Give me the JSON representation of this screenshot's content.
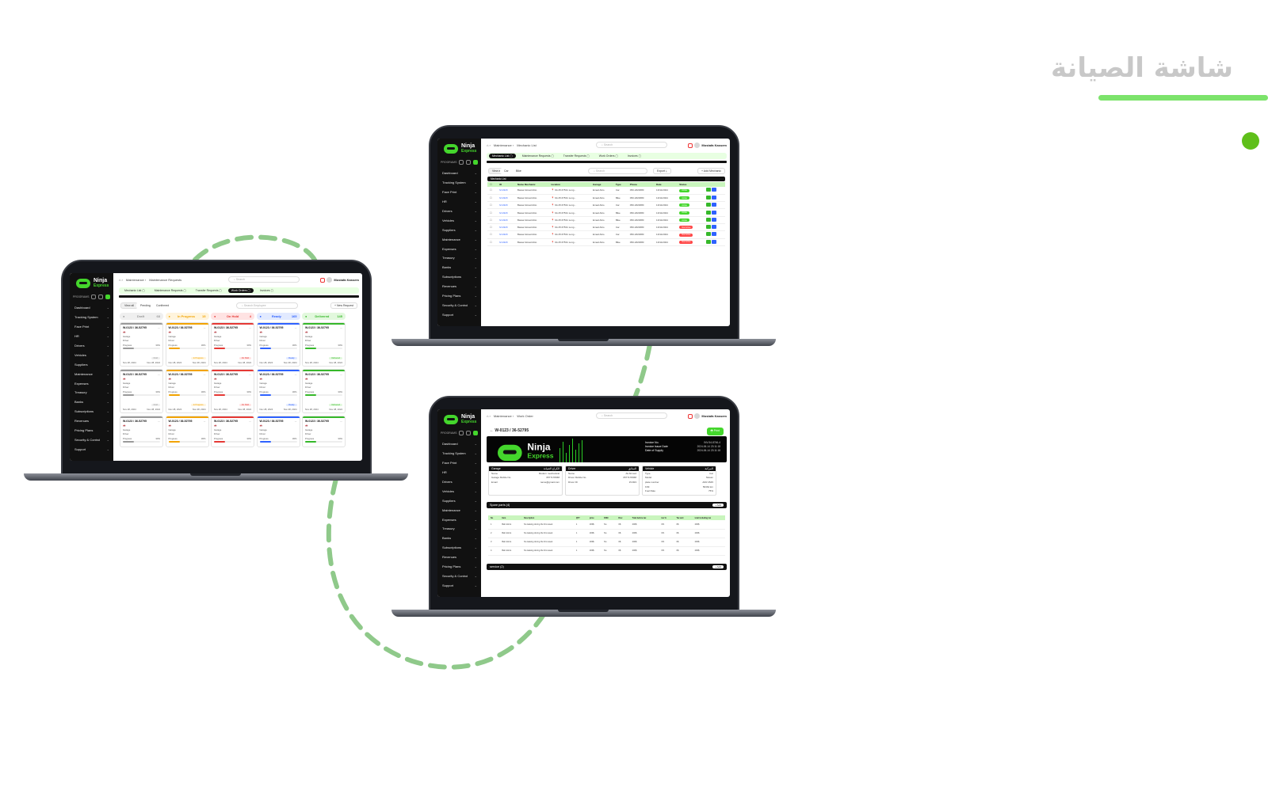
{
  "page": {
    "heading": "شاشة الصيانة",
    "accent": "#7ce36b",
    "dot_color": "#5fbf1a",
    "path_color": "#8fc98a"
  },
  "app": {
    "brand": "Ninja",
    "brand_sub": "Express",
    "programs_label": "PROGRAMS",
    "search_placeholder": "Search",
    "user_name": "Mostafa Kassem",
    "sidebar": [
      "Dashboard",
      "Tracking System",
      "Face Print",
      "HR",
      "Drivers",
      "Vehicles",
      "Suppliers",
      "Maintenance",
      "Expenses",
      "Treasury",
      "Banks",
      "Subscriptions",
      "Revenues",
      "Pricing Plans",
      "Security & Control",
      "Support"
    ],
    "tabs": [
      "Mechanic List",
      "Maintenance Requests",
      "Transfer Requests",
      "Work Orders",
      "Invoices"
    ]
  },
  "screen_requests": {
    "breadcrumb": [
      "Maintenance",
      "Maintenance Requests"
    ],
    "filters": [
      "View all",
      "Pending",
      "Confirmed"
    ],
    "search_placeholder": "Search Employee",
    "new_button": "+ New Request",
    "columns": [
      {
        "name": "Draft",
        "count": "68",
        "color": "#9a9a9a",
        "bg": "#efefef"
      },
      {
        "name": "In Progress",
        "count": "15",
        "color": "#f2a300",
        "bg": "#fff4dc"
      },
      {
        "name": "On Hold",
        "count": "4",
        "color": "#e53935",
        "bg": "#ffe3e3"
      },
      {
        "name": "Ready",
        "count": "165",
        "color": "#2f62ff",
        "bg": "#e2eaff"
      },
      {
        "name": "Delivered",
        "count": "145",
        "color": "#36b82a",
        "bg": "#e2f8dd"
      }
    ],
    "card": {
      "id": "W-0123 / 36-52795",
      "garage": "Garage",
      "driver": "Driver",
      "progress": "Progress",
      "percent": "30%",
      "date": "Nov 28, 2024"
    }
  },
  "screen_mechanics": {
    "breadcrumb": [
      "Maintenance",
      "Mechanic List"
    ],
    "filters": [
      "View all",
      "Car",
      "Bike"
    ],
    "search_placeholder": "Search",
    "export": "Export",
    "add_button": "+ Add Mechanic",
    "table_title": "Mechanic List",
    "headers": [
      "ID",
      "Name Mechanic",
      "location",
      "Garage",
      "Type",
      "Phone",
      "Date",
      "Status"
    ],
    "rows": [
      {
        "id": "M-1918",
        "name": "Bassel Emad Attio",
        "loc": "6A 45.67531 Long...",
        "garage": "Emad Attio",
        "type": "Car",
        "phone": "050-1823680",
        "date": "10/11/2024",
        "status": "Active"
      },
      {
        "id": "M-1918",
        "name": "Bassel Emad Attio",
        "loc": "6A 45.67531 Long...",
        "garage": "Emad Attio",
        "type": "Bike",
        "phone": "050-1823680",
        "date": "10/11/2024",
        "status": "Active"
      },
      {
        "id": "M-1918",
        "name": "Bassel Emad Attio",
        "loc": "6A 45.67531 Long...",
        "garage": "Emad Attio",
        "type": "Car",
        "phone": "050-1823680",
        "date": "10/11/2024",
        "status": "Active"
      },
      {
        "id": "M-1918",
        "name": "Bassel Emad Attio",
        "loc": "6A 45.67531 Long...",
        "garage": "Emad Attio",
        "type": "Bike",
        "phone": "050-1823680",
        "date": "10/11/2024",
        "status": "Active"
      },
      {
        "id": "M-1918",
        "name": "Bassel Emad Attio",
        "loc": "6A 45.67531 Long...",
        "garage": "Emad Attio",
        "type": "Bike",
        "phone": "050-1823680",
        "date": "10/11/2024",
        "status": "Active"
      },
      {
        "id": "M-1918",
        "name": "Bassel Emad Attio",
        "loc": "6A 45.67531 Long...",
        "garage": "Emad Attio",
        "type": "Car",
        "phone": "050-1823680",
        "date": "10/11/2024",
        "status": "Not Active"
      },
      {
        "id": "M-1918",
        "name": "Bassel Emad Attio",
        "loc": "6A 45.67531 Long...",
        "garage": "Emad Attio",
        "type": "Car",
        "phone": "050-1823680",
        "date": "10/11/2024",
        "status": "Not Active"
      },
      {
        "id": "M-1918",
        "name": "Bassel Emad Attio",
        "loc": "6A 45.67531 Long...",
        "garage": "Emad Attio",
        "type": "Bike",
        "phone": "050-1823680",
        "date": "10/11/2024",
        "status": "Not Active"
      }
    ]
  },
  "screen_workorder": {
    "breadcrumb": [
      "Maintenance",
      "Work Order"
    ],
    "title": "W-0123 / 36-52795",
    "print": "Print",
    "invoice_labels": [
      "Invoice No.",
      "Invoice Issue Date",
      "Date of Supply"
    ],
    "invoice_values": [
      "INV-54-8746-4",
      "2024-06-14 23:11:18",
      "2024-06-14 23:11:18"
    ],
    "garage": {
      "title": "Garage",
      "title_ar": "الكراج الصيانة",
      "rows": [
        [
          "Name",
          "Modern mechanical"
        ],
        [
          "Garage Mobile No.",
          "0577178368"
        ],
        [
          "Email",
          "name@gmail.com"
        ]
      ]
    },
    "driver": {
      "title": "Driver",
      "title_ar": "السائق",
      "rows": [
        [
          "Name",
          "Ali Ahmed"
        ],
        [
          "Driver Mobile No.",
          "0577178368"
        ],
        [
          "Driver ID",
          "15-823"
        ]
      ]
    },
    "vehicle": {
      "title": "Vehicle",
      "title_ar": "المركبة",
      "rows": [
        [
          "Type",
          "Car"
        ],
        [
          "Model",
          "Nissan"
        ],
        [
          "plate number",
          "AKR 4545"
        ],
        [
          "K/M",
          "56464 km"
        ],
        [
          "Fuel Rate",
          "75%"
        ]
      ]
    },
    "spare_title": "Spare parts (4)",
    "service_title": "service (2)",
    "add": "+ Add",
    "spare_headers": [
      "No",
      "Item",
      "Description",
      "QTY",
      "price",
      "DISC",
      "Disc",
      "Total before tax",
      "tax %",
      "Tax amt",
      "total including tax"
    ],
    "spare_rows": [
      [
        "1",
        "Ball Joints",
        "No leaking during the first week",
        "1",
        "200$",
        "No",
        "0$",
        "200$",
        "0%",
        "0$",
        "200$"
      ],
      [
        "2",
        "Ball Joints",
        "No leaking during the first week",
        "1",
        "200$",
        "No",
        "0$",
        "200$",
        "0%",
        "0$",
        "200$"
      ],
      [
        "3",
        "Ball Joints",
        "No leaking during the first week",
        "1",
        "200$",
        "No",
        "0$",
        "200$",
        "0%",
        "0$",
        "200$"
      ],
      [
        "4",
        "Ball Joints",
        "No leaking during the first week",
        "1",
        "200$",
        "No",
        "0$",
        "200$",
        "0%",
        "0$",
        "200$"
      ]
    ]
  }
}
